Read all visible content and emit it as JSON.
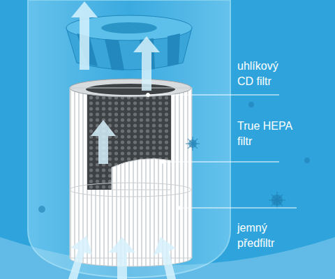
{
  "diagram": {
    "labels": [
      "uhlíkový CD filtr",
      "True HEPA filtr",
      "jemný předfiltr"
    ]
  }
}
